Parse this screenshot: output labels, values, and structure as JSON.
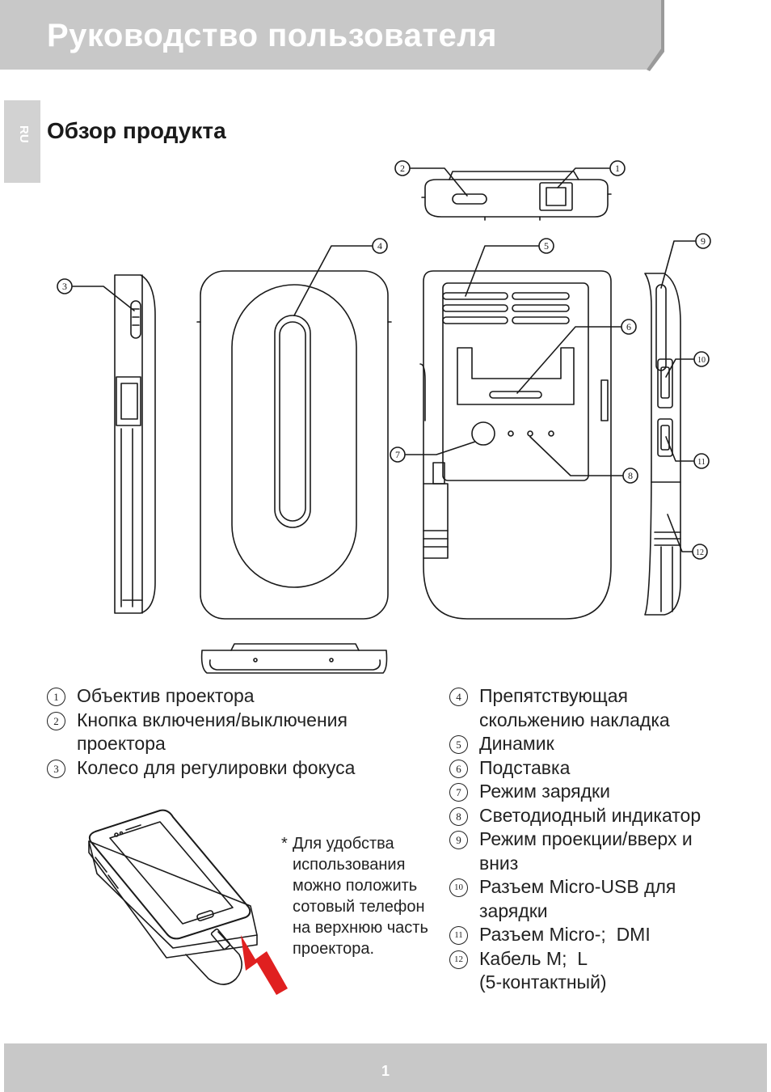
{
  "header": {
    "title": "Руководство пользователя"
  },
  "side_tab": {
    "language": "RU"
  },
  "section": {
    "title": "Обзор продукта"
  },
  "legend_left": [
    {
      "num": "1",
      "text": "Объектив проектора"
    },
    {
      "num": "2",
      "text": "Кнопка включения/выключения\nпроектора"
    },
    {
      "num": "3",
      "text": "Колесо для регулировки фокуса"
    }
  ],
  "legend_right": [
    {
      "num": "4",
      "text": "Препятствующая\nскольжению накладка"
    },
    {
      "num": "5",
      "text": "Динамик"
    },
    {
      "num": "6",
      "text": "Подставка"
    },
    {
      "num": "7",
      "text": "Режим зарядки"
    },
    {
      "num": "8",
      "text": "Светодиодный индикатор"
    },
    {
      "num": "9",
      "text": "Режим проекции/вверх и\nвниз"
    },
    {
      "num": "10",
      "text": "Разъем Micro-USB для\nзарядки"
    },
    {
      "num": "11",
      "text": "Разъем Micro-;  DMI"
    },
    {
      "num": "12",
      "text": "Кабель M;  L\n(5-контактный)"
    }
  ],
  "callouts": [
    "1",
    "2",
    "3",
    "4",
    "5",
    "6",
    "7",
    "8",
    "9",
    "10",
    "11",
    "12"
  ],
  "note": {
    "marker": "*",
    "text": "Для удобства использования можно положить сотовый телефон на верхнюю часть проектора."
  },
  "footer": {
    "page_number": "1"
  },
  "colors": {
    "header": "#c8c8c8",
    "footer": "#c8c8c8",
    "arrow": "#e02020",
    "line": "#1a1a1a"
  }
}
